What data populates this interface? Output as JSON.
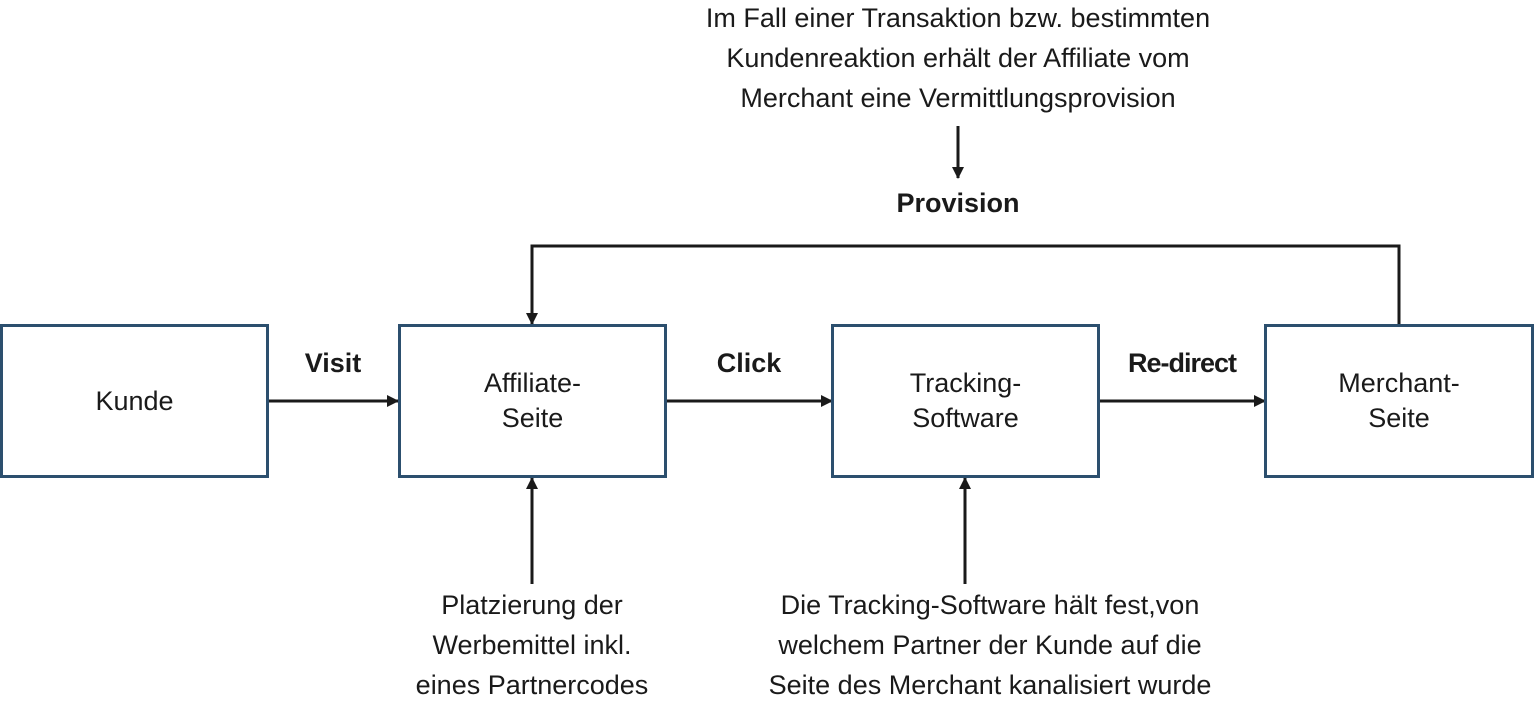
{
  "diagram": {
    "top_note": "Im Fall einer Transaktion bzw. bestimmten\nKundenreaktion erhält der Affiliate vom\nMerchant eine Vermittlungsprovision",
    "provision_label": "Provision",
    "nodes": {
      "kunde": "Kunde",
      "affiliate": "Affiliate-\nSeite",
      "tracking": "Tracking-\nSoftware",
      "merchant": "Merchant-\nSeite"
    },
    "edges": {
      "visit": "Visit",
      "click": "Click",
      "redirect": "Re-direct"
    },
    "bottom_notes": {
      "affiliate": "Platzierung der\nWerbemittel inkl.\neines Partnercodes",
      "tracking": "Die Tracking-Software hält fest,von\nwelchem Partner der Kunde auf die\nSeite des Merchant kanalisiert wurde"
    },
    "colors": {
      "box_border": "#2c4f6e",
      "arrow": "#1a1a1a",
      "text": "#1a1a1a"
    }
  }
}
